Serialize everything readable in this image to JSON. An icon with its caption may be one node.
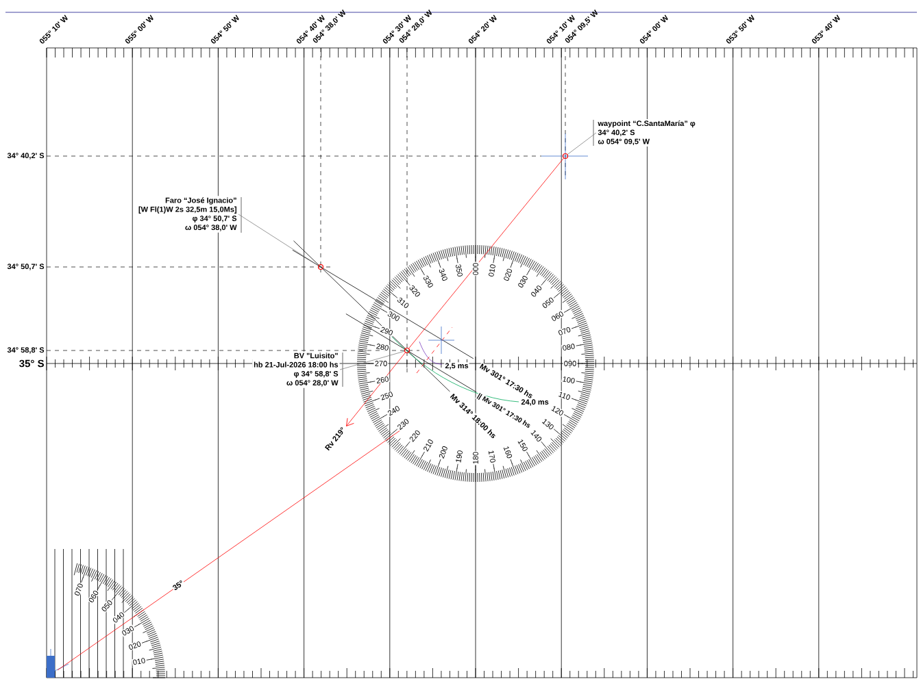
{
  "diagram": {
    "nodes": [
      {
        "text": [
          "Faro “José Ignacio”",
          "[W Fl(1)W 2s 32,5m 15,0Ms]",
          "φ 34° 50,7' S",
          "ω 054° 38,0' W"
        ]
      },
      {
        "text": [],
        "shape": "circle"
      },
      {
        "text": [
          "waypoint “C.SantaMaría” φ",
          "34° 40,2' S",
          "ω 054° 09,5' W"
        ]
      },
      {
        "text": [],
        "shape": "circle"
      },
      {
        "text": [
          "BV \"Luisito\"",
          "hb 21-Jul-2026 18:00 hs",
          "φ 34° 58,8' S",
          "ω 054° 28,0' W"
        ]
      },
      {
        "text": [],
        "shape": "circle"
      }
    ],
    "edges": [
      {
        "from": 0,
        "to": 1,
        "arrow": "none"
      },
      {
        "from": 2,
        "to": 3,
        "arrow": "none"
      },
      {
        "from": 4,
        "to": 5,
        "arrow": "none"
      },
      {
        "from": 3,
        "to": 5,
        "arrow": "none",
        "color": "#ff0000"
      },
      {
        "from": 5,
        "to": null,
        "arrow": "to",
        "label": "Rv 219°",
        "color": "#ff0000"
      }
    ],
    "labels": [
      "055° 10' W",
      "055° 00' W",
      "054° 50' W",
      "054° 40' W",
      "054° 38,0' W",
      "054° 30' W",
      "054° 28,0' W",
      "054° 20' W",
      "054° 10' W",
      "054° 09,5' W",
      "054° 00' W",
      "053° 50' W",
      "053° 40' W",
      "34° 40,2' S",
      "34° 50,7' S",
      "34° 58,8' S",
      "35° S",
      "340",
      "350",
      "000",
      "010",
      "020",
      "330",
      "030",
      "320",
      "040",
      "310",
      "050",
      "300",
      "060",
      "290",
      "070",
      "280",
      "080",
      "270",
      "090",
      "260",
      "100",
      "250",
      "110",
      "240",
      "120",
      "230",
      "130",
      "220",
      "140",
      "210",
      "150",
      "200",
      "190",
      "180",
      "170",
      "160",
      "Mv 301° 17:30 hs",
      "2,5 ms",
      "24,0 ms",
      "|| Mv 301° 17:30 hs",
      "Mv 314° 18:00 hs",
      "070",
      "060",
      "35°",
      "050",
      "040",
      "030",
      "020",
      "010"
    ]
  }
}
